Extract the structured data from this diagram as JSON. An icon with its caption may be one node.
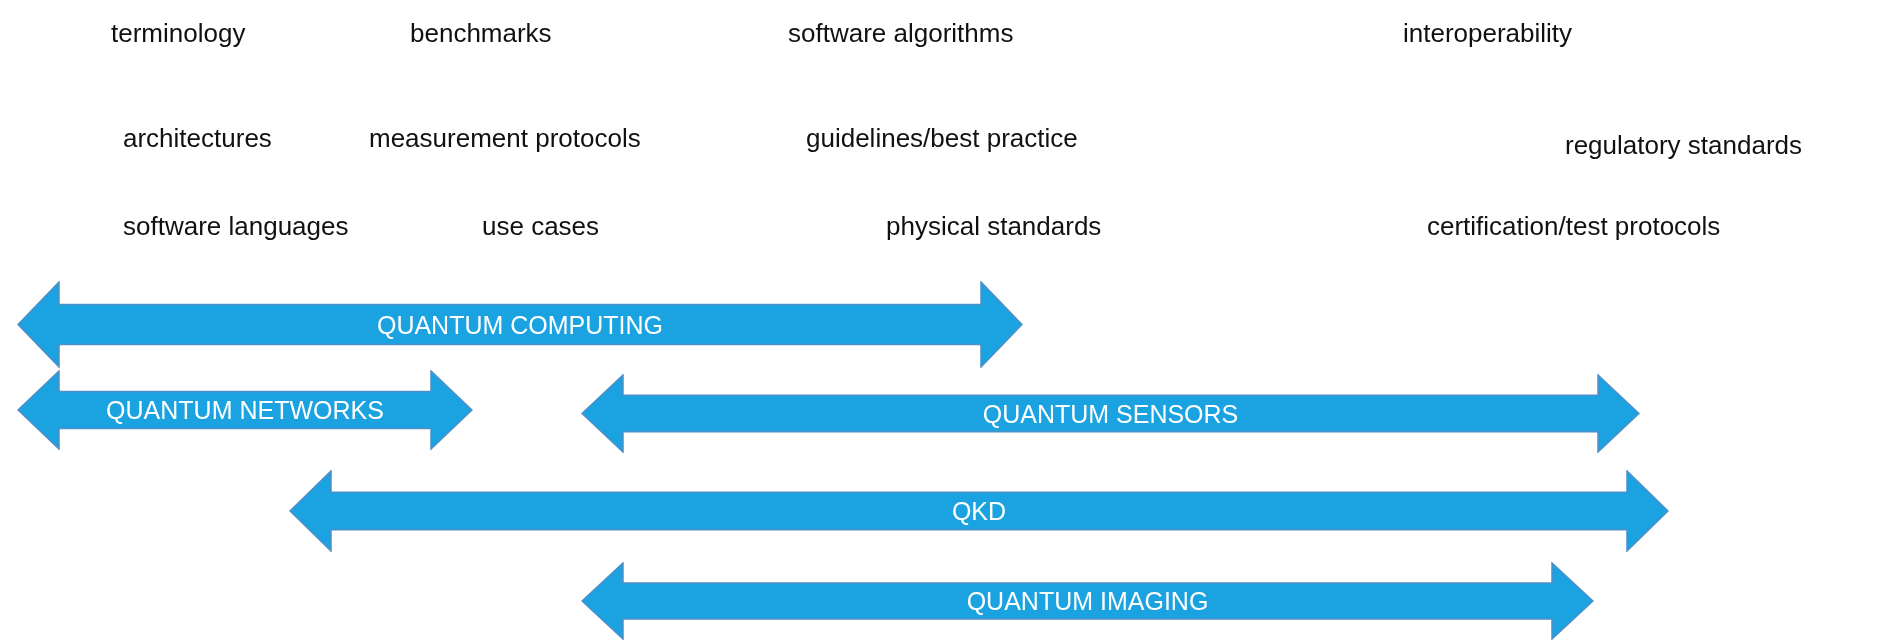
{
  "diagram": {
    "nodes": [
      {
        "text": [
          "QUANTUM COMPUTING"
        ]
      },
      {
        "text": [
          "QUANTUM NETWORKS"
        ]
      },
      {
        "text": [
          "QUANTUM SENSORS"
        ]
      },
      {
        "text": [
          "QKD"
        ]
      },
      {
        "text": [
          "QUANTUM IMAGING"
        ]
      }
    ],
    "edges": [],
    "labels": [
      "terminology",
      "benchmarks",
      "software algorithms",
      "interoperability",
      "architectures",
      "measurement protocols",
      "guidelines/best practice",
      "regulatory standards",
      "software languages",
      "use cases",
      "physical standards",
      "certification/test protocols"
    ]
  }
}
